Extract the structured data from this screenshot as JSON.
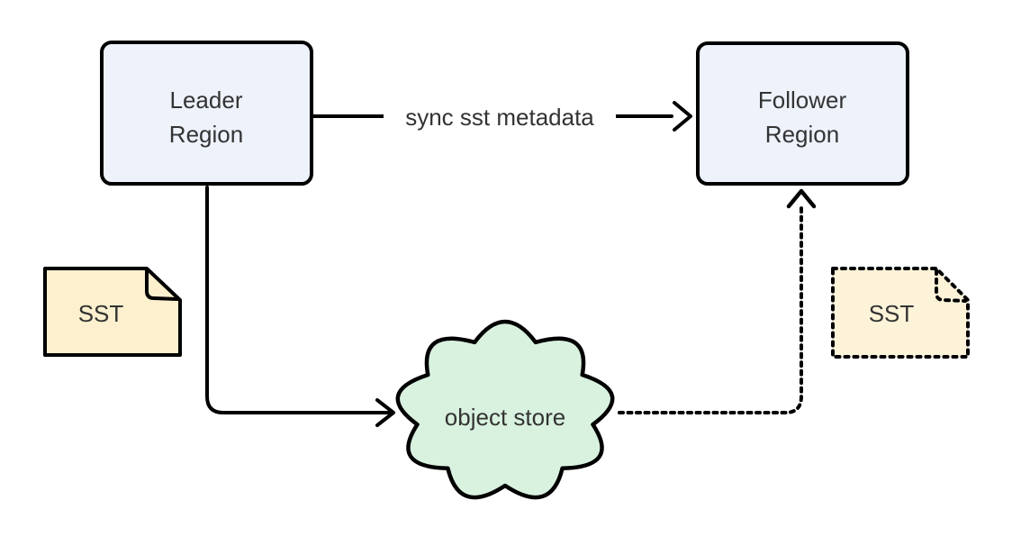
{
  "diagram": {
    "nodes": {
      "leader": {
        "line1": "Leader",
        "line2": "Region"
      },
      "follower": {
        "line1": "Follower",
        "line2": "Region"
      },
      "sst_left": {
        "label": "SST"
      },
      "sst_right": {
        "label": "SST"
      },
      "object_store": {
        "label": "object store"
      }
    },
    "edges": {
      "sync": {
        "label": "sync sst metadata"
      }
    },
    "colors": {
      "region_fill": "#edf2fb",
      "document_fill": "#fcf0ce",
      "document_fill_ghost": "#fdf3d9",
      "cloud_fill": "#d9f2e0",
      "stroke": "#000000",
      "text": "#333333",
      "background": "#ffffff"
    }
  }
}
